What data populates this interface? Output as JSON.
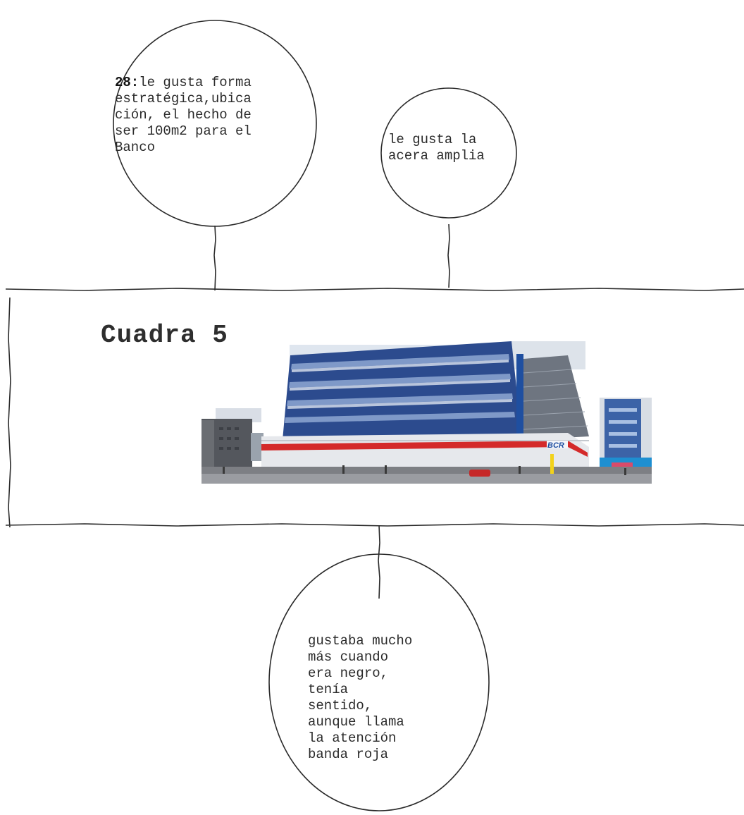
{
  "block": {
    "title": "Cuadra 5",
    "photo": "bcr-building-panorama"
  },
  "comments": [
    {
      "id": "28",
      "prefix": "28:",
      "text": "le gusta forma\nestratégica,ubica\nción, el hecho de\nser 100m2 para el\nBanco"
    },
    {
      "prefix": "",
      "text": "le gusta la\nacera amplia"
    },
    {
      "prefix": "",
      "text": "gustaba mucho\nmás cuando\nera negro,\ntenía\nsentido,\naunque llama\nla atención\nbanda roja"
    }
  ],
  "colors": {
    "ink": "#2a2a2a",
    "facade_blue": "#2c4b8e",
    "band_red": "#d42a2a",
    "bcr_blue": "#1f4fa0"
  }
}
